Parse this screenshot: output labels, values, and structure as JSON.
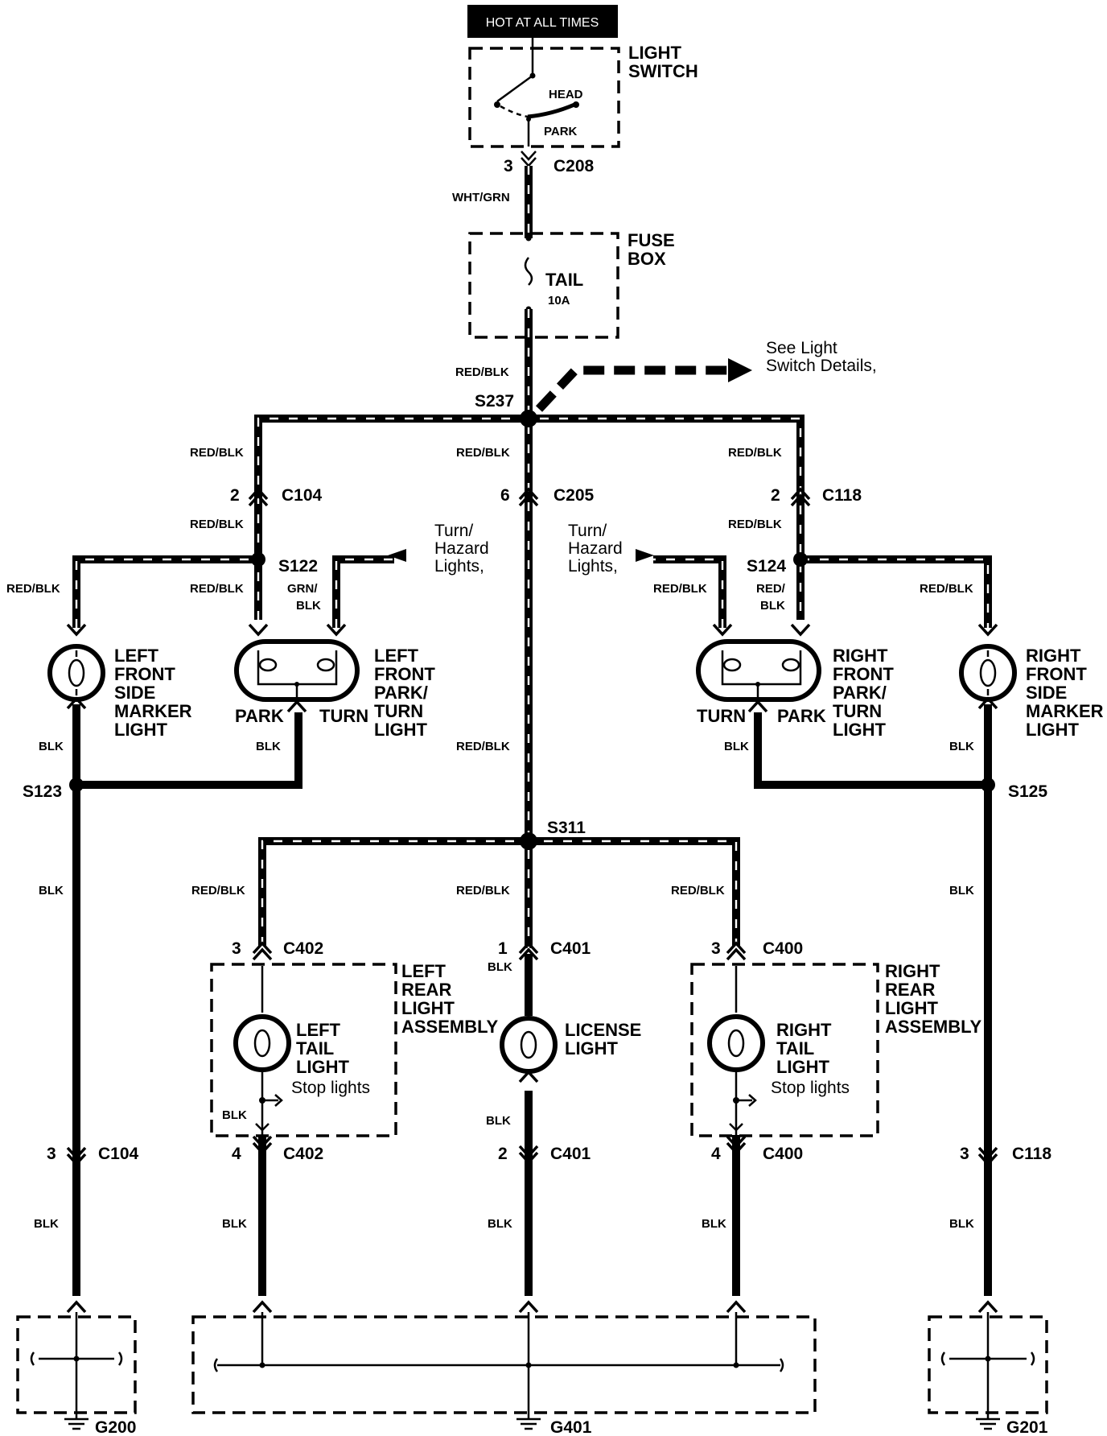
{
  "header": {
    "hot_at_all_times": "HOT AT ALL TIMES"
  },
  "light_switch": {
    "name": [
      "LIGHT",
      "SWITCH"
    ],
    "head": "HEAD",
    "park": "PARK"
  },
  "fuse_box": {
    "name": [
      "FUSE",
      "BOX"
    ],
    "fuse": "TAIL",
    "rating": "10A"
  },
  "see_details": [
    "See Light",
    "Switch Details,"
  ],
  "turn_hazard": [
    "Turn/",
    "Hazard",
    "Lights,"
  ],
  "wires": {
    "wht_grn": "WHT/GRN",
    "red_blk": "RED/BLK",
    "grn_blk": [
      "GRN/",
      "BLK"
    ],
    "red_blk_split": [
      "RED/",
      "BLK"
    ],
    "blk": "BLK"
  },
  "splices": {
    "s237": "S237",
    "s122": "S122",
    "s124": "S124",
    "s123": "S123",
    "s125": "S125",
    "s311": "S311"
  },
  "connectors": {
    "c208": {
      "pin": "3",
      "name": "C208"
    },
    "c104_top": {
      "pin": "2",
      "name": "C104"
    },
    "c205": {
      "pin": "6",
      "name": "C205"
    },
    "c118_top": {
      "pin": "2",
      "name": "C118"
    },
    "c402_top": {
      "pin": "3",
      "name": "C402"
    },
    "c401_top": {
      "pin": "1",
      "name": "C401"
    },
    "c400_top": {
      "pin": "3",
      "name": "C400"
    },
    "c104_bot": {
      "pin": "3",
      "name": "C104"
    },
    "c402_bot": {
      "pin": "4",
      "name": "C402"
    },
    "c401_bot": {
      "pin": "2",
      "name": "C401"
    },
    "c400_bot": {
      "pin": "4",
      "name": "C400"
    },
    "c118_bot": {
      "pin": "3",
      "name": "C118"
    }
  },
  "components": {
    "left_side_marker": [
      "LEFT",
      "FRONT",
      "SIDE",
      "MARKER",
      "LIGHT"
    ],
    "left_park_turn": [
      "LEFT",
      "FRONT",
      "PARK/",
      "TURN",
      "LIGHT"
    ],
    "right_park_turn": [
      "RIGHT",
      "FRONT",
      "PARK/",
      "TURN",
      "LIGHT"
    ],
    "right_side_marker": [
      "RIGHT",
      "FRONT",
      "SIDE",
      "MARKER",
      "LIGHT"
    ],
    "park": "PARK",
    "turn": "TURN",
    "left_rear_assembly": [
      "LEFT",
      "REAR",
      "LIGHT",
      "ASSEMBLY"
    ],
    "left_tail_light": [
      "LEFT",
      "TAIL",
      "LIGHT"
    ],
    "license_light": [
      "LICENSE",
      "LIGHT"
    ],
    "right_rear_assembly": [
      "RIGHT",
      "REAR",
      "LIGHT",
      "ASSEMBLY"
    ],
    "right_tail_light": [
      "RIGHT",
      "TAIL",
      "LIGHT"
    ],
    "stop_lights": "Stop lights"
  },
  "grounds": {
    "g200": "G200",
    "g401": "G401",
    "g201": "G201"
  }
}
